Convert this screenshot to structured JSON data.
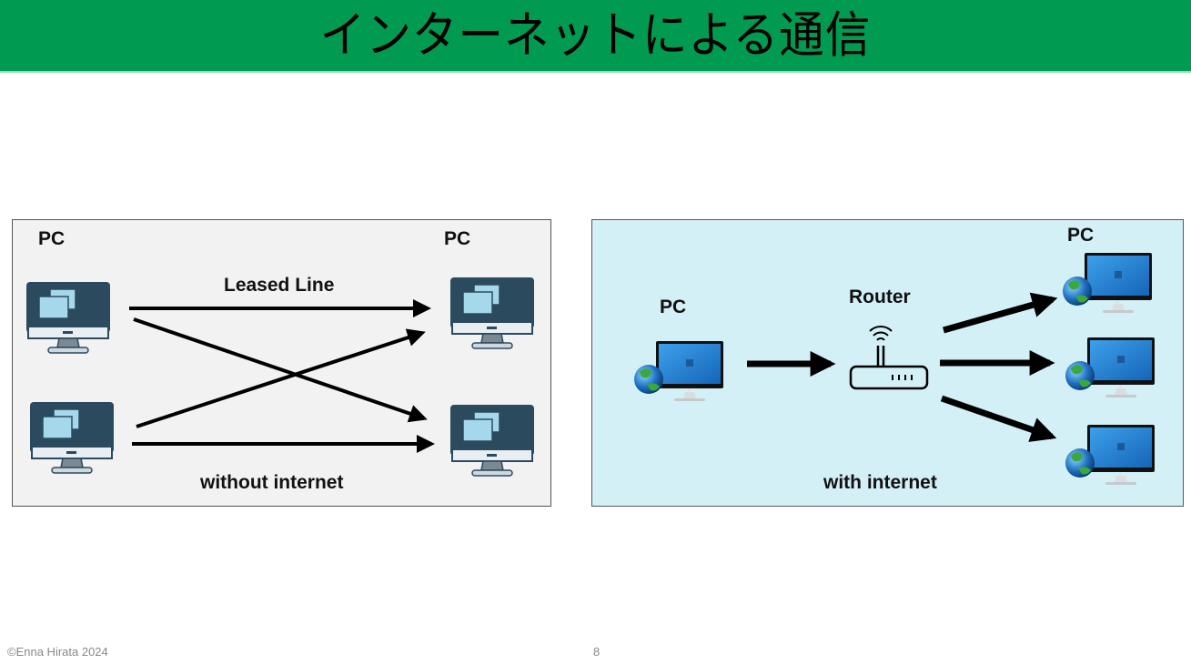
{
  "slide": {
    "title": "インターネットによる通信",
    "page_number": "8",
    "copyright": "©Enna Hirata 2024"
  },
  "colors": {
    "title_bar": "#009a50",
    "left_panel_bg": "#f2f2f2",
    "right_panel_bg": "#d3f0f6",
    "monitor_dark": "#2c4a5e",
    "window_light": "#a6d8ec",
    "screen_blue": "#1e7fd0"
  },
  "left_diagram": {
    "pc_label_left": "PC",
    "pc_label_right": "PC",
    "line_label": "Leased Line",
    "caption": "without internet",
    "icon": "desktop-monitor-icon"
  },
  "right_diagram": {
    "pc_label_source": "PC",
    "router_label": "Router",
    "pc_label_targets": "PC",
    "caption": "with internet",
    "icons": [
      "globe-monitor-icon",
      "wifi-router-icon"
    ]
  }
}
